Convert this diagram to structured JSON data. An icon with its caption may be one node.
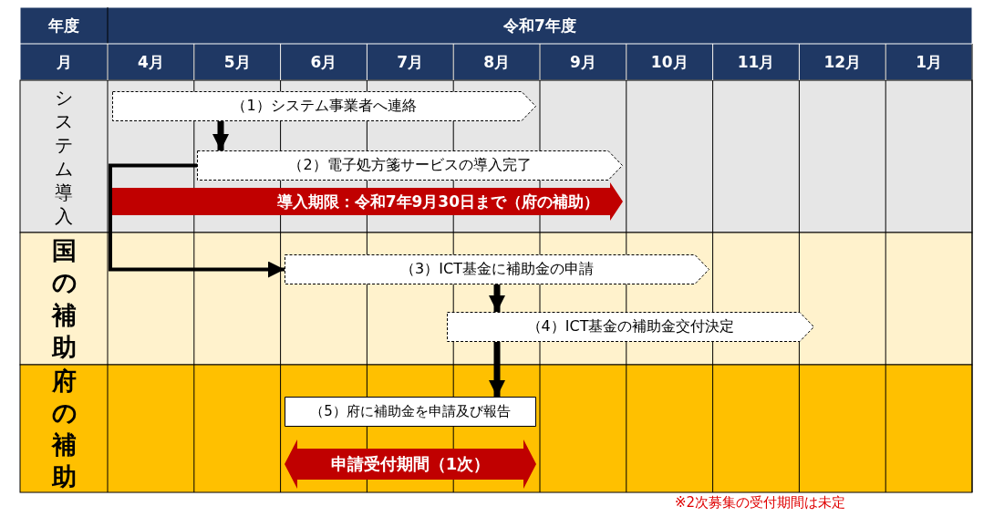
{
  "diagram": {
    "nodes": [
      {
        "text": [
          "（1）システム事業者へ連絡"
        ]
      },
      {
        "text": [
          "（2）電子処方箋サービスの導入完了"
        ]
      },
      {
        "text": [
          "導入期限：令和7年9月30日まで（府の補助）"
        ]
      },
      {
        "text": [
          "（3）ICT基金に補助金の申請"
        ]
      },
      {
        "text": [
          "（4）ICT基金の補助金交付決定"
        ]
      },
      {
        "text": [
          "（5）府に補助金を申請及び報告"
        ]
      },
      {
        "text": [
          "申請受付期間（1次）"
        ]
      }
    ],
    "edges": [
      {
        "from": 0,
        "to": 1,
        "arrow": "to"
      },
      {
        "from": 1,
        "to": 3,
        "arrow": "to"
      },
      {
        "from": 3,
        "to": 4,
        "arrow": "to"
      },
      {
        "from": 4,
        "to": 5,
        "arrow": "to"
      }
    ],
    "labels": [
      "年度",
      "令和7年度",
      "月",
      "4月",
      "5月",
      "6月",
      "7月",
      "8月",
      "9月",
      "10月",
      "11月",
      "12月",
      "1月",
      "システム導入",
      "国の補助",
      "府の補助",
      "※2次募集の受付期間は未定"
    ]
  }
}
